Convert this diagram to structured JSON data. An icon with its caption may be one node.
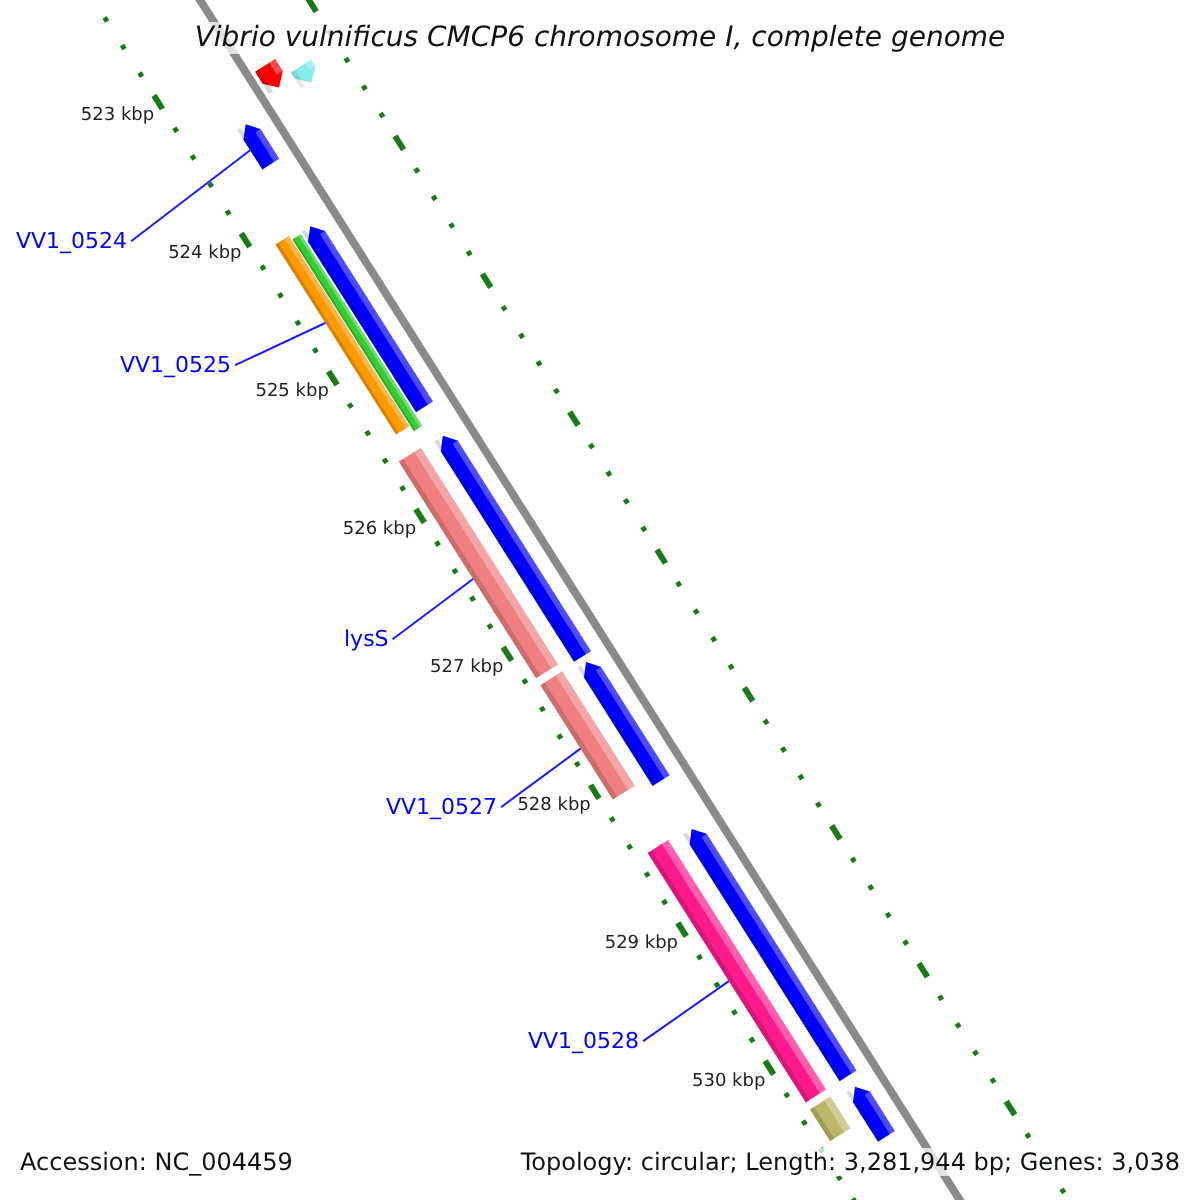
{
  "diagram": {
    "title": "Vibrio vulnificus CMCP6 chromosome I, complete genome",
    "nodes": [
      {
        "text": [],
        "shape": "bar"
      },
      {
        "text": [],
        "shape": "bar"
      },
      {
        "text": [],
        "shape": "bar"
      },
      {
        "text": [
          "VV1_0524"
        ]
      },
      {
        "text": [],
        "shape": "bar"
      },
      {
        "text": [],
        "shape": "bar"
      },
      {
        "text": [],
        "shape": "bar"
      },
      {
        "text": [
          "VV1_0525"
        ]
      },
      {
        "text": [],
        "shape": "bar"
      },
      {
        "text": [],
        "shape": "bar"
      },
      {
        "text": [
          "lysS"
        ]
      },
      {
        "text": [],
        "shape": "bar"
      },
      {
        "text": [],
        "shape": "bar"
      },
      {
        "text": [
          "VV1_0527"
        ]
      },
      {
        "text": [],
        "shape": "bar"
      },
      {
        "text": [],
        "shape": "bar"
      },
      {
        "text": [
          "VV1_0528"
        ]
      },
      {
        "text": [],
        "shape": "bar"
      },
      {
        "text": [],
        "shape": "bar"
      }
    ],
    "edges": [
      {
        "from": 3,
        "to": 2,
        "arrow": "none"
      },
      {
        "from": 7,
        "to": 6,
        "arrow": "none"
      },
      {
        "from": 10,
        "to": 9,
        "arrow": "none"
      },
      {
        "from": 13,
        "to": 12,
        "arrow": "none"
      },
      {
        "from": 16,
        "to": 15,
        "arrow": "none"
      }
    ],
    "labels": [
      "523 kbp",
      "524 kbp",
      "525 kbp",
      "526 kbp",
      "527 kbp",
      "528 kbp",
      "529 kbp",
      "530 kbp",
      "Accession: NC_004459",
      "Topology: circular; Length: 3,281,944 bp; Genes: 3,038"
    ]
  }
}
